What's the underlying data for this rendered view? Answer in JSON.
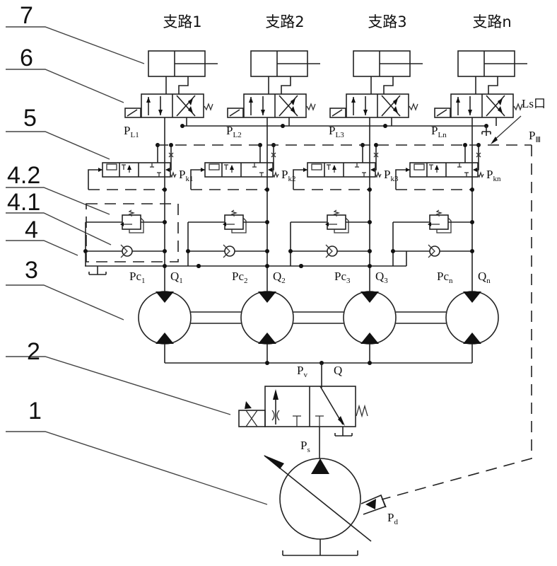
{
  "diagram": {
    "type": "hydraulic-schematic",
    "part_numbers": [
      "7",
      "6",
      "5",
      "4.2",
      "4.1",
      "4",
      "3",
      "2",
      "1"
    ],
    "branches": [
      {
        "title": "支路1",
        "pl": "L1",
        "pk": "k1",
        "pc": "1",
        "q": "1"
      },
      {
        "title": "支路2",
        "pl": "L2",
        "pk": "k2",
        "pc": "2",
        "q": "2"
      },
      {
        "title": "支路3",
        "pl": "L3",
        "pk": "k3",
        "pc": "3",
        "q": "3"
      },
      {
        "title": "支路n",
        "pl": "Ln",
        "pk": "kn",
        "pc": "n",
        "q": "n"
      }
    ],
    "labels": {
      "P": "P",
      "Pc": "Pc",
      "Q": "Q",
      "ls_port": "Ls口",
      "pm_sub": "Ⅲ",
      "pv_sub": "v",
      "ps_sub": "s",
      "pd_sub": "d",
      "q_main": "Q"
    }
  }
}
